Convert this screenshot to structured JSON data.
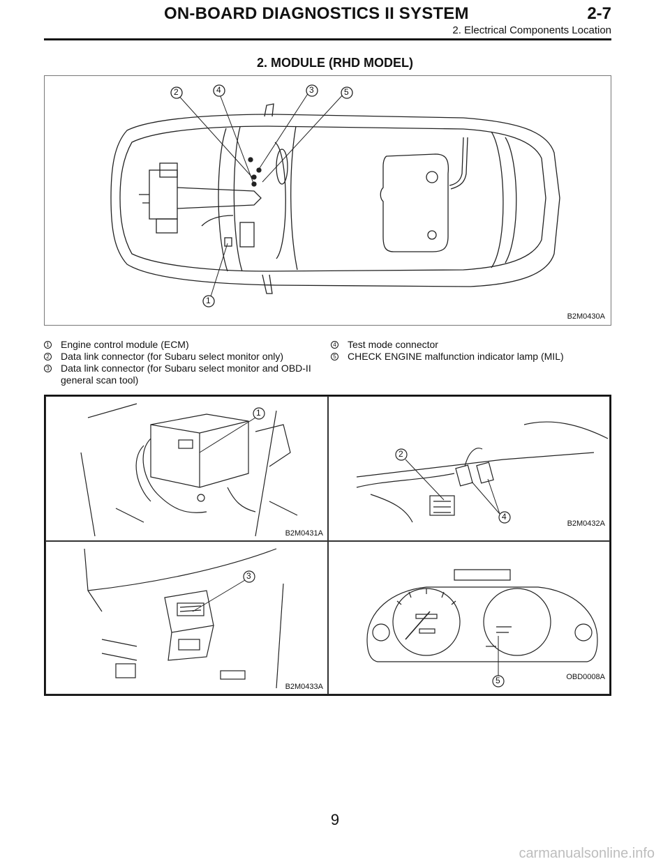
{
  "header": {
    "title": "ON-BOARD DIAGNOSTICS II SYSTEM",
    "section_number": "2-7",
    "subtitle": "2. Electrical Components Location"
  },
  "section_title": "2. MODULE (RHD MODEL)",
  "main_figure": {
    "code": "B2M0430A",
    "callouts": [
      "1",
      "2",
      "3",
      "4",
      "5"
    ]
  },
  "legend": [
    {
      "num": "1",
      "text": "Engine control module (ECM)"
    },
    {
      "num": "2",
      "text": "Data link connector (for Subaru select monitor only)"
    },
    {
      "num": "3",
      "text": "Data link connector (for Subaru select monitor and OBD-II general scan tool)"
    },
    {
      "num": "4",
      "text": "Test mode connector"
    },
    {
      "num": "5",
      "text": "CHECK ENGINE malfunction indicator lamp (MIL)"
    }
  ],
  "detail_figures": [
    {
      "code": "B2M0431A",
      "callouts": [
        "1"
      ]
    },
    {
      "code": "B2M0432A",
      "callouts": [
        "2",
        "4"
      ]
    },
    {
      "code": "B2M0433A",
      "callouts": [
        "3"
      ]
    },
    {
      "code": "OBD0008A",
      "callouts": [
        "5"
      ]
    }
  ],
  "page_number": "9",
  "watermark": "carmanualsonline.info"
}
